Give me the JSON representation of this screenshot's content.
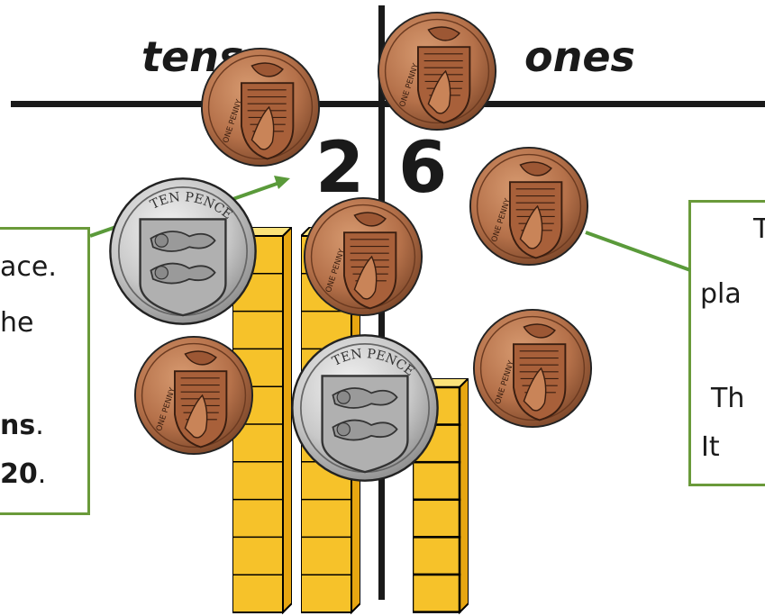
{
  "table": {
    "tens_heading": "tens",
    "ones_heading": "ones",
    "tens_digit": "2",
    "ones_digit": "6"
  },
  "left_callout": {
    "lines": [
      "ace.",
      "he",
      "ns",
      "20"
    ],
    "line3_suffix": ".",
    "line4_suffix": "."
  },
  "right_callout": {
    "lines": [
      "T",
      "pla",
      "Th",
      "It"
    ]
  },
  "coins": {
    "penny_text": "ONE PENNY",
    "ten_pence_text": "TEN PENCE"
  },
  "colors": {
    "callout_border": "#6a9a3a",
    "arrow": "#5a9a3a",
    "block_fill": "#f6c22a",
    "copper": "#b5714a",
    "silver": "#c8c8c8"
  },
  "blocks": {
    "tens_rods": 2,
    "ones_cubes": 6
  }
}
